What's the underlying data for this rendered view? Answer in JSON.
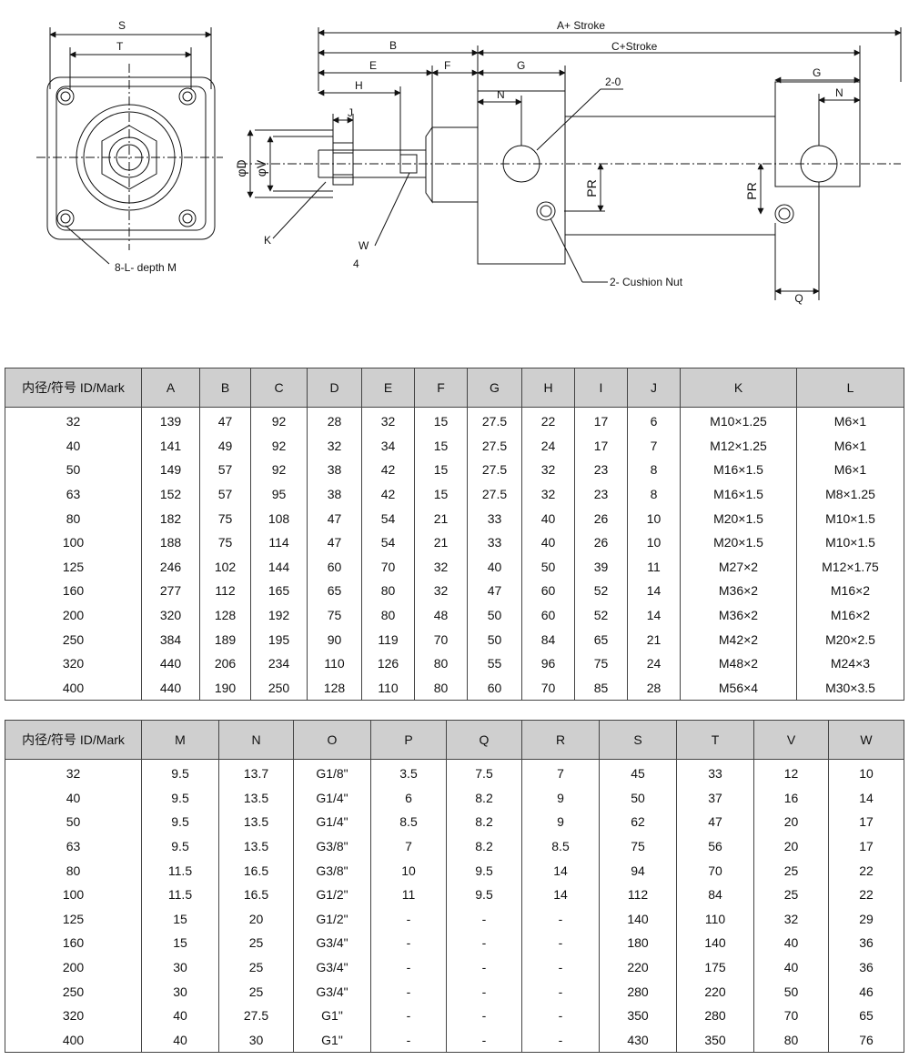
{
  "drawing": {
    "labels": {
      "s": "S",
      "t": "T",
      "a_stroke": "A+ Stroke",
      "b": "B",
      "c_stroke": "C+Stroke",
      "e": "E",
      "f": "F",
      "g": "G",
      "g2": "G",
      "h": "H",
      "j": "J",
      "n": "N",
      "n2": "N",
      "two_o": "2-0",
      "phi_d": "φD",
      "phi_v": "φV",
      "pr": "PR",
      "pr2": "PR",
      "k": "K",
      "w": "W",
      "four": "4",
      "cushion_nut": "2- Cushion Nut",
      "q": "Q",
      "depth": "8-L- depth M"
    }
  },
  "table1": {
    "headers": [
      "内径/符号 ID/Mark",
      "A",
      "B",
      "C",
      "D",
      "E",
      "F",
      "G",
      "H",
      "I",
      "J",
      "K",
      "L"
    ],
    "rows": [
      [
        "32",
        "139",
        "47",
        "92",
        "28",
        "32",
        "15",
        "27.5",
        "22",
        "17",
        "6",
        "M10×1.25",
        "M6×1"
      ],
      [
        "40",
        "141",
        "49",
        "92",
        "32",
        "34",
        "15",
        "27.5",
        "24",
        "17",
        "7",
        "M12×1.25",
        "M6×1"
      ],
      [
        "50",
        "149",
        "57",
        "92",
        "38",
        "42",
        "15",
        "27.5",
        "32",
        "23",
        "8",
        "M16×1.5",
        "M6×1"
      ],
      [
        "63",
        "152",
        "57",
        "95",
        "38",
        "42",
        "15",
        "27.5",
        "32",
        "23",
        "8",
        "M16×1.5",
        "M8×1.25"
      ],
      [
        "80",
        "182",
        "75",
        "108",
        "47",
        "54",
        "21",
        "33",
        "40",
        "26",
        "10",
        "M20×1.5",
        "M10×1.5"
      ],
      [
        "100",
        "188",
        "75",
        "114",
        "47",
        "54",
        "21",
        "33",
        "40",
        "26",
        "10",
        "M20×1.5",
        "M10×1.5"
      ],
      [
        "125",
        "246",
        "102",
        "144",
        "60",
        "70",
        "32",
        "40",
        "50",
        "39",
        "11",
        "M27×2",
        "M12×1.75"
      ],
      [
        "160",
        "277",
        "112",
        "165",
        "65",
        "80",
        "32",
        "47",
        "60",
        "52",
        "14",
        "M36×2",
        "M16×2"
      ],
      [
        "200",
        "320",
        "128",
        "192",
        "75",
        "80",
        "48",
        "50",
        "60",
        "52",
        "14",
        "M36×2",
        "M16×2"
      ],
      [
        "250",
        "384",
        "189",
        "195",
        "90",
        "119",
        "70",
        "50",
        "84",
        "65",
        "21",
        "M42×2",
        "M20×2.5"
      ],
      [
        "320",
        "440",
        "206",
        "234",
        "110",
        "126",
        "80",
        "55",
        "96",
        "75",
        "24",
        "M48×2",
        "M24×3"
      ],
      [
        "400",
        "440",
        "190",
        "250",
        "128",
        "110",
        "80",
        "60",
        "70",
        "85",
        "28",
        "M56×4",
        "M30×3.5"
      ]
    ]
  },
  "table2": {
    "headers": [
      "内径/符号 ID/Mark",
      "M",
      "N",
      "O",
      "P",
      "Q",
      "R",
      "S",
      "T",
      "V",
      "W"
    ],
    "rows": [
      [
        "32",
        "9.5",
        "13.7",
        "G1/8\"",
        "3.5",
        "7.5",
        "7",
        "45",
        "33",
        "12",
        "10"
      ],
      [
        "40",
        "9.5",
        "13.5",
        "G1/4\"",
        "6",
        "8.2",
        "9",
        "50",
        "37",
        "16",
        "14"
      ],
      [
        "50",
        "9.5",
        "13.5",
        "G1/4\"",
        "8.5",
        "8.2",
        "9",
        "62",
        "47",
        "20",
        "17"
      ],
      [
        "63",
        "9.5",
        "13.5",
        "G3/8\"",
        "7",
        "8.2",
        "8.5",
        "75",
        "56",
        "20",
        "17"
      ],
      [
        "80",
        "11.5",
        "16.5",
        "G3/8\"",
        "10",
        "9.5",
        "14",
        "94",
        "70",
        "25",
        "22"
      ],
      [
        "100",
        "11.5",
        "16.5",
        "G1/2\"",
        "11",
        "9.5",
        "14",
        "112",
        "84",
        "25",
        "22"
      ],
      [
        "125",
        "15",
        "20",
        "G1/2\"",
        "-",
        "-",
        "-",
        "140",
        "110",
        "32",
        "29"
      ],
      [
        "160",
        "15",
        "25",
        "G3/4\"",
        "-",
        "-",
        "-",
        "180",
        "140",
        "40",
        "36"
      ],
      [
        "200",
        "30",
        "25",
        "G3/4\"",
        "-",
        "-",
        "-",
        "220",
        "175",
        "40",
        "36"
      ],
      [
        "250",
        "30",
        "25",
        "G3/4\"",
        "-",
        "-",
        "-",
        "280",
        "220",
        "50",
        "46"
      ],
      [
        "320",
        "40",
        "27.5",
        "G1\"",
        "-",
        "-",
        "-",
        "350",
        "280",
        "70",
        "65"
      ],
      [
        "400",
        "40",
        "30",
        "G1\"",
        "-",
        "-",
        "-",
        "430",
        "350",
        "80",
        "76"
      ]
    ]
  }
}
